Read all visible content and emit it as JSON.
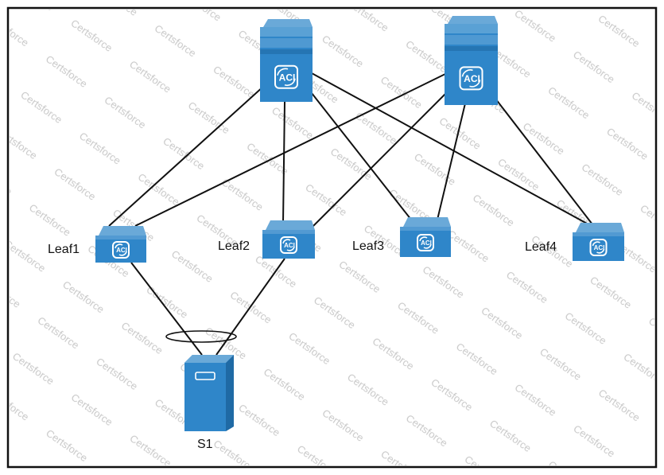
{
  "watermark": {
    "text": "Certsforce"
  },
  "colors": {
    "device_top": "#6aa9d8",
    "device_body": "#2f86c9",
    "device_dark": "#1f6aa5",
    "line": "#111111",
    "frame": "#111111"
  },
  "diagram": {
    "spines": [
      {
        "id": "spine1",
        "badge": "ACI",
        "icon": "aci-spine-switch-icon"
      },
      {
        "id": "spine2",
        "badge": "ACI",
        "icon": "aci-spine-switch-icon"
      }
    ],
    "leaves": [
      {
        "id": "leaf1",
        "label": "Leaf1",
        "badge": "ACI",
        "icon": "aci-leaf-switch-icon"
      },
      {
        "id": "leaf2",
        "label": "Leaf2",
        "badge": "ACI",
        "icon": "aci-leaf-switch-icon"
      },
      {
        "id": "leaf3",
        "label": "Leaf3",
        "badge": "ACI",
        "icon": "aci-leaf-switch-icon"
      },
      {
        "id": "leaf4",
        "label": "Leaf4",
        "badge": "ACI",
        "icon": "aci-leaf-switch-icon"
      }
    ],
    "server": {
      "id": "s1",
      "label": "S1",
      "icon": "server-icon"
    },
    "links": [
      {
        "from": "spine1",
        "to": "leaf1"
      },
      {
        "from": "spine1",
        "to": "leaf2"
      },
      {
        "from": "spine1",
        "to": "leaf3"
      },
      {
        "from": "spine1",
        "to": "leaf4"
      },
      {
        "from": "spine2",
        "to": "leaf1"
      },
      {
        "from": "spine2",
        "to": "leaf2"
      },
      {
        "from": "spine2",
        "to": "leaf3"
      },
      {
        "from": "spine2",
        "to": "leaf4"
      },
      {
        "from": "leaf1",
        "to": "s1"
      },
      {
        "from": "leaf2",
        "to": "s1"
      }
    ],
    "port_channel": {
      "icon": "port-channel-ellipse-icon",
      "members": [
        "leaf1",
        "leaf2"
      ]
    }
  }
}
